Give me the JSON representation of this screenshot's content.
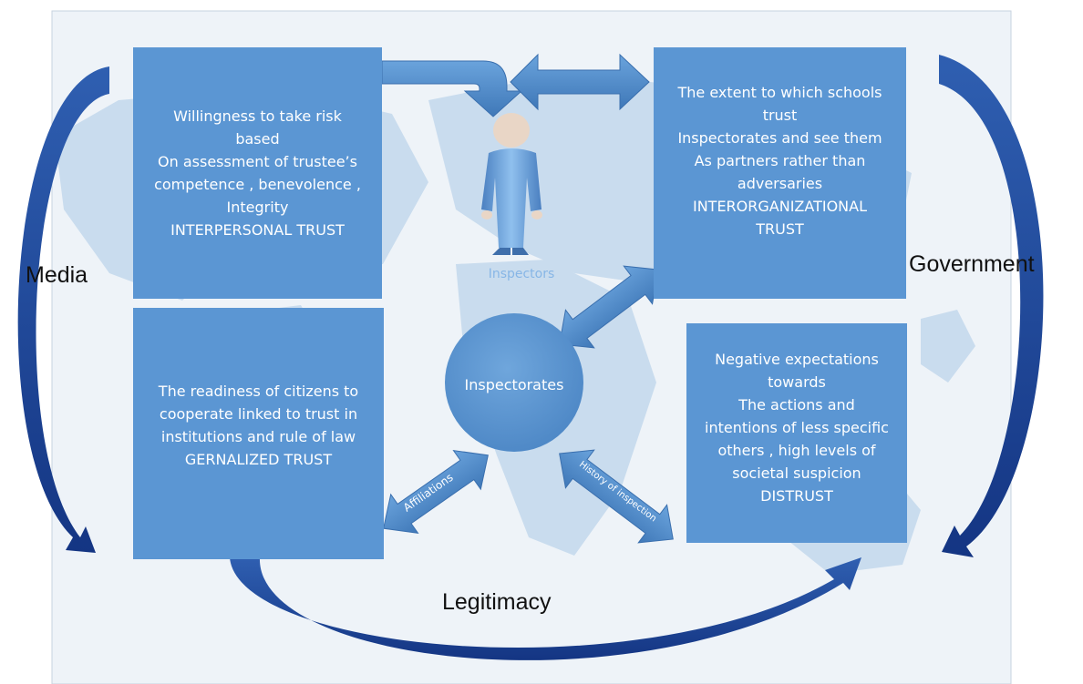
{
  "boxes": {
    "interpersonal": "Willingness to take risk\nbased\nOn assessment of trustee’s\ncompetence , benevolence ,\nIntegrity\nINTERPERSONAL TRUST",
    "interorganizational": "The extent to which schools\ntrust\nInspectorates and see them\nAs partners rather than\nadversaries\nINTERORGANIZATIONAL\nTRUST",
    "generalized": "The readiness of citizens to\ncooperate linked to trust in\ninstitutions and rule of law\nGERNALIZED TRUST",
    "distrust": "Negative expectations\ntowards\nThe actions and\nintentions of less specific\nothers , high levels of\nsocietal suspicion\nDISTRUST"
  },
  "center": {
    "inspectors_label": "Inspectors",
    "inspectorates_label": "Inspectorates",
    "affiliations_label": "Affiliations",
    "history_label": "History of inspection"
  },
  "outer_labels": {
    "media": "Media",
    "government": "Government",
    "legitimacy": "Legitimacy"
  },
  "colors": {
    "panel": "#5b96d3",
    "arrow_block": "#4a86c5",
    "curved_arrow": "#1c3f8f",
    "map": "#c9dcee",
    "map_background": "#eef3f8"
  }
}
